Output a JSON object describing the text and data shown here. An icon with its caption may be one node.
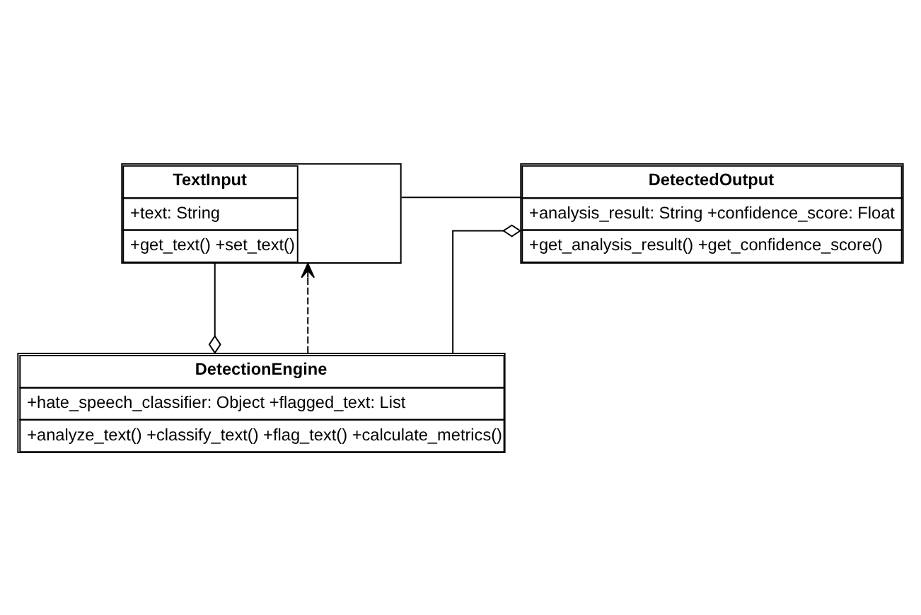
{
  "diagram": {
    "nodes": [
      {
        "text": [
          "TextInput",
          "+text: String",
          "+get_text() +set_text()"
        ]
      },
      {
        "text": [
          "DetectedOutput",
          "+analysis_result: String +confidence_score: Float",
          "+get_analysis_result() +get_confidence_score()"
        ]
      },
      {
        "text": [
          "DetectionEngine",
          "+hate_speech_classifier: Object +flagged_text: List",
          "+analyze_text() +classify_text() +flag_text() +calculate_metrics()"
        ]
      }
    ],
    "edges": [
      {
        "from": 0,
        "to": 1,
        "arrow": "none"
      },
      {
        "from": 2,
        "to": 0,
        "arrow": "to",
        "style": "dashed"
      },
      {
        "from": 0,
        "to": 2,
        "arrow": "other"
      },
      {
        "from": 2,
        "to": 1,
        "arrow": "other"
      }
    ]
  }
}
